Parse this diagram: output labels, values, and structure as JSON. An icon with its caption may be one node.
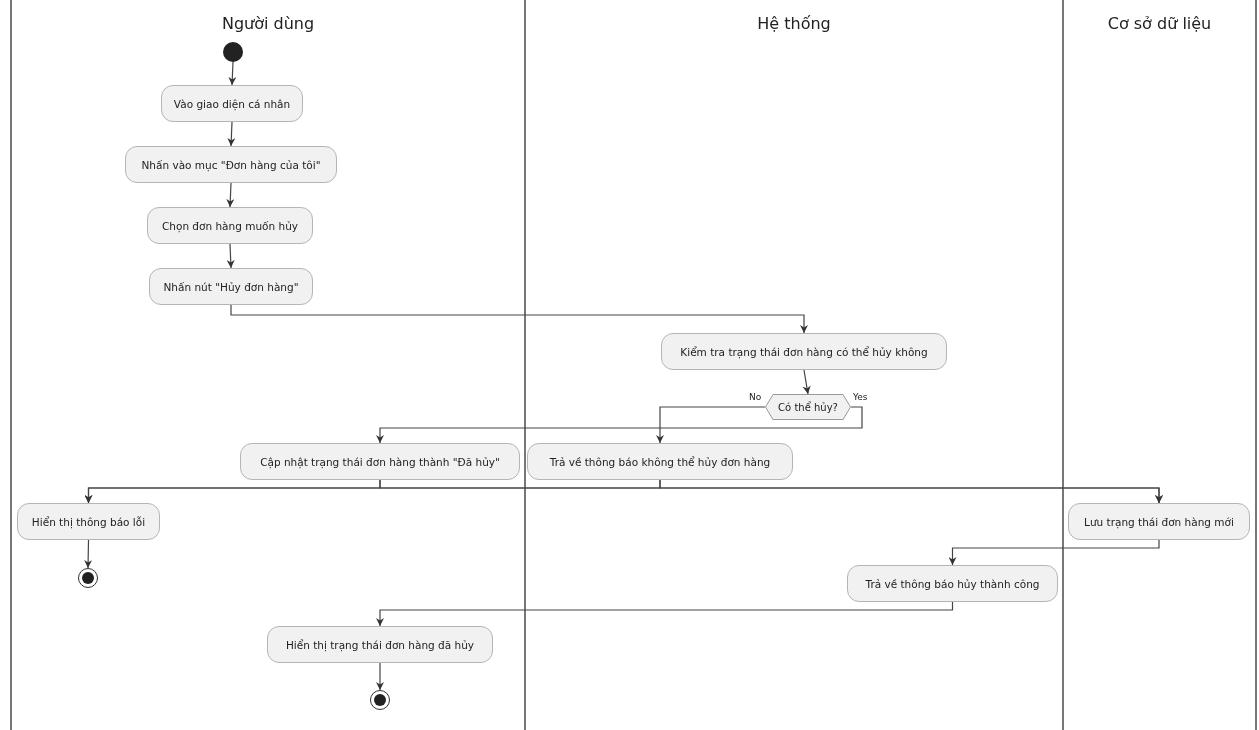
{
  "diagram": {
    "nodes": [
      {
        "text": [
          "Người dùng"
        ]
      },
      {
        "text": [
          "Hệ thống"
        ]
      },
      {
        "text": [
          "Cơ sở dữ liệu"
        ]
      },
      {
        "text": [],
        "shape": "circle",
        "in": 0
      },
      {
        "text": [
          "Vào giao diện cá nhân"
        ],
        "in": 0
      },
      {
        "text": [
          "Nhấn vào mục \"Đơn hàng của tôi\""
        ],
        "in": 0
      },
      {
        "text": [
          "Chọn đơn hàng muốn hủy"
        ],
        "in": 0
      },
      {
        "text": [
          "Nhấn nút \"Hủy đơn hàng\""
        ],
        "in": 0
      },
      {
        "text": [
          "Kiểm tra trạng thái đơn hàng có thể hủy không"
        ],
        "in": 1
      },
      {
        "text": [
          "Có thể hủy?"
        ],
        "in": 1
      },
      {
        "text": [
          "Cập nhật trạng thái đơn hàng thành \"Đã hủy\""
        ],
        "in": 0
      },
      {
        "text": [
          "Trả về thông báo không thể hủy đơn hàng"
        ],
        "in": 1
      },
      {
        "text": [
          "Hiển thị thông báo lỗi"
        ],
        "in": 0
      },
      {
        "text": [],
        "shape": "bullseye",
        "in": 0
      },
      {
        "text": [
          "Lưu trạng thái đơn hàng mới"
        ],
        "in": 2
      },
      {
        "text": [
          "Trả về thông báo hủy thành công"
        ],
        "in": 1
      },
      {
        "text": [
          "Hiển thị trạng thái đơn hàng đã hủy"
        ],
        "in": 0
      },
      {
        "text": [],
        "shape": "bullseye",
        "in": 0
      }
    ],
    "edges": [
      {
        "from": 3,
        "to": 4,
        "arrow": "to"
      },
      {
        "from": 4,
        "to": 5,
        "arrow": "to"
      },
      {
        "from": 5,
        "to": 6,
        "arrow": "to"
      },
      {
        "from": 6,
        "to": 7,
        "arrow": "to"
      },
      {
        "from": 7,
        "to": 8,
        "arrow": "to"
      },
      {
        "from": 8,
        "to": 9,
        "arrow": "to"
      },
      {
        "from": 9,
        "to": 11,
        "arrow": "to",
        "label": "No"
      },
      {
        "from": 9,
        "to": 10,
        "arrow": "to",
        "label": "Yes"
      },
      {
        "from": 10,
        "to": 12,
        "arrow": "to"
      },
      {
        "from": 10,
        "to": 14,
        "arrow": "to"
      },
      {
        "from": 11,
        "to": 12,
        "arrow": "to"
      },
      {
        "from": 11,
        "to": 14,
        "arrow": "to"
      },
      {
        "from": 12,
        "to": 13,
        "arrow": "to"
      },
      {
        "from": 14,
        "to": 15,
        "arrow": "to"
      },
      {
        "from": 15,
        "to": 16,
        "arrow": "to"
      },
      {
        "from": 16,
        "to": 17,
        "arrow": "to"
      }
    ]
  }
}
